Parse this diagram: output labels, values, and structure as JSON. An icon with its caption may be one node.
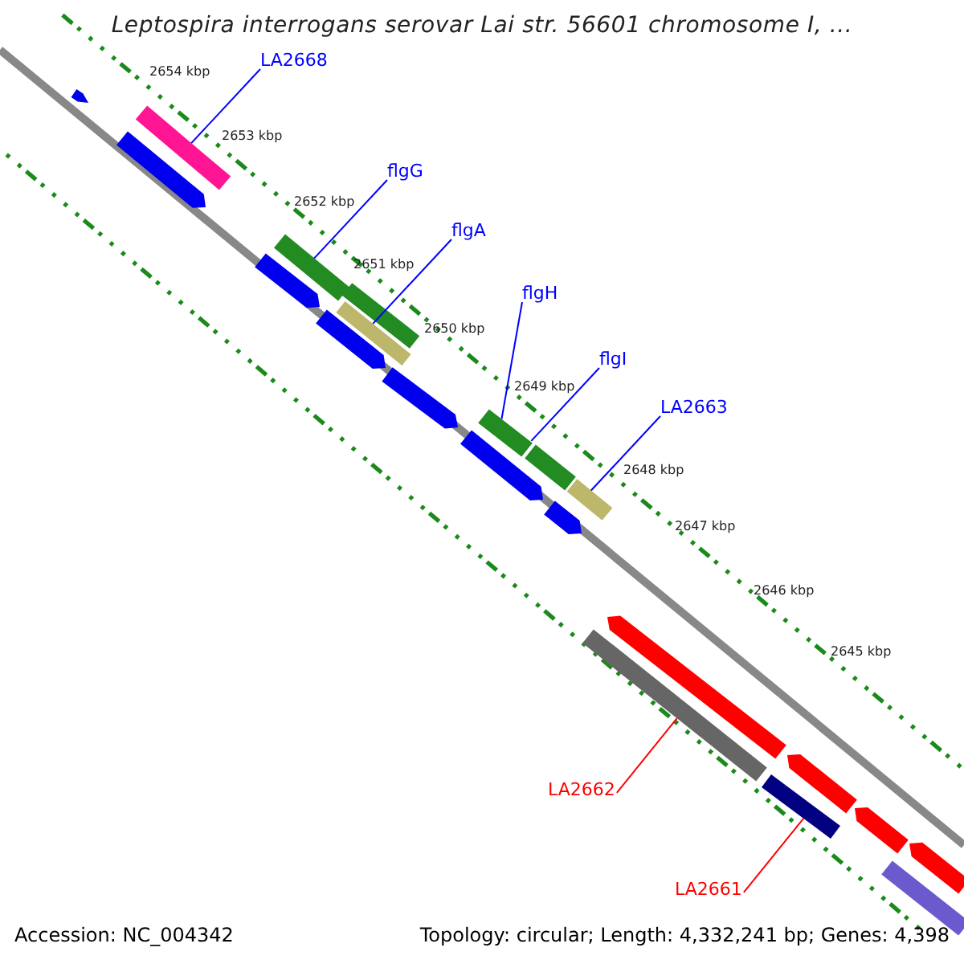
{
  "diagram": {
    "title": "Leptospira interrogans serovar Lai str. 56601 chromosome I, ...",
    "nodes": [
      {
        "text": [
          "LA2668"
        ]
      },
      {
        "text": [],
        "shape": "bar"
      },
      {
        "text": [
          "flgG"
        ]
      },
      {
        "text": [],
        "shape": "bar"
      },
      {
        "text": [
          "flgA"
        ]
      },
      {
        "text": [],
        "shape": "bar"
      },
      {
        "text": [
          "flgH"
        ]
      },
      {
        "text": [],
        "shape": "bar"
      },
      {
        "text": [
          "flgI"
        ]
      },
      {
        "text": [],
        "shape": "bar"
      },
      {
        "text": [
          "LA2663"
        ]
      },
      {
        "text": [],
        "shape": "bar"
      },
      {
        "text": [
          "LA2662"
        ]
      },
      {
        "text": [],
        "shape": "bar"
      },
      {
        "text": [
          "LA2661"
        ]
      },
      {
        "text": [],
        "shape": "bar"
      },
      {
        "text": [],
        "shape": "arrow"
      },
      {
        "text": [],
        "shape": "arrow"
      },
      {
        "text": [],
        "shape": "arrow"
      },
      {
        "text": [],
        "shape": "arrow"
      },
      {
        "text": [],
        "shape": "arrow"
      },
      {
        "text": [],
        "shape": "arrow"
      },
      {
        "text": [],
        "shape": "arrow"
      },
      {
        "text": [],
        "shape": "bar"
      },
      {
        "text": [],
        "shape": "arrow"
      },
      {
        "text": [],
        "shape": "arrow"
      },
      {
        "text": [],
        "shape": "arrow"
      },
      {
        "text": [],
        "shape": "arrow"
      },
      {
        "text": [],
        "shape": "bar"
      }
    ],
    "edges": [
      {
        "from": 0,
        "to": 1,
        "arrow": "none"
      },
      {
        "from": 2,
        "to": 3,
        "arrow": "none"
      },
      {
        "from": 4,
        "to": 5,
        "arrow": "none"
      },
      {
        "from": 6,
        "to": 7,
        "arrow": "none"
      },
      {
        "from": 8,
        "to": 9,
        "arrow": "none"
      },
      {
        "from": 10,
        "to": 11,
        "arrow": "none"
      },
      {
        "from": 12,
        "to": 13,
        "arrow": "none",
        "color": "#ff0000"
      },
      {
        "from": 14,
        "to": 15,
        "arrow": "none",
        "color": "#ff0000"
      }
    ],
    "labels": [
      "2654 kbp",
      "2653 kbp",
      "2652 kbp",
      "2651 kbp",
      "2650 kbp",
      "2649 kbp",
      "2648 kbp",
      "2647 kbp",
      "2646 kbp",
      "2645 kbp",
      "Accession: NC_004342",
      "Topology: circular; Length: 4,332,241 bp; Genes: 4,398"
    ]
  }
}
